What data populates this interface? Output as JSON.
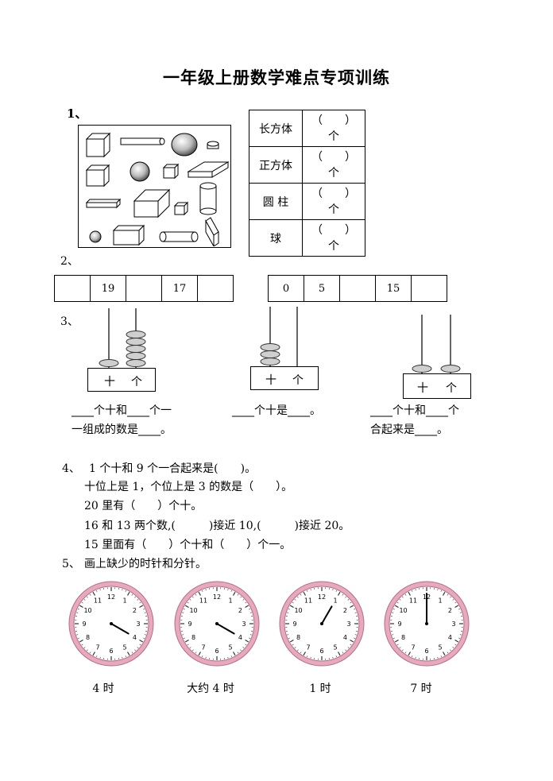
{
  "title": "一年级上册数学难点专项训练",
  "q1": {
    "number": "1、",
    "rows": [
      {
        "name": "长方体",
        "paren": "（　　）",
        "unit": "个"
      },
      {
        "name": "正方体",
        "paren": "（　　）",
        "unit": "个"
      },
      {
        "name": "圆 柱",
        "paren": "（　　）",
        "unit": "个"
      },
      {
        "name": "球",
        "paren": "（　　）",
        "unit": "个"
      }
    ]
  },
  "q2": {
    "number": "2、",
    "seq_a": [
      "",
      "19",
      "",
      "17",
      ""
    ],
    "seq_b": [
      "0",
      "5",
      "",
      "15",
      ""
    ]
  },
  "q3": {
    "number": "3、",
    "tens_label": "十",
    "ones_label": "个",
    "abacus": [
      {
        "tens": 1,
        "ones": 5
      },
      {
        "tens": 3,
        "ones": 0
      },
      {
        "tens": 1,
        "ones": 1
      }
    ],
    "fill_a_line1": "____个十和____个一",
    "fill_a_line2": "一组成的数是____。",
    "fill_b": "____个十是____。",
    "fill_c_line1": "____个十和____个",
    "fill_c_line2": "合起来是____。"
  },
  "q4": {
    "number": "4、",
    "lines": [
      "1 个十和 9 个一合起来是(　　)。",
      "十位上是 1，个位上是 3 的数是（　　）。",
      "20 里有（　　）个十。",
      "16 和 13 两个数,(　　　)接近 10,(　　　)接近 20。",
      "15 里面有（　　）个十和（　　）个一。"
    ]
  },
  "q5": {
    "number": "5、",
    "instruction": "画上缺少的时针和分针。",
    "clock_color": "#e9a9bd",
    "clocks": [
      {
        "caption": "4 时",
        "hand_minutes": 20
      },
      {
        "caption": "大约 4 时",
        "hand_minutes": 20
      },
      {
        "caption": "1 时",
        "hand_minutes": 5
      },
      {
        "caption": "7 时",
        "hand_minutes": 0
      }
    ]
  }
}
